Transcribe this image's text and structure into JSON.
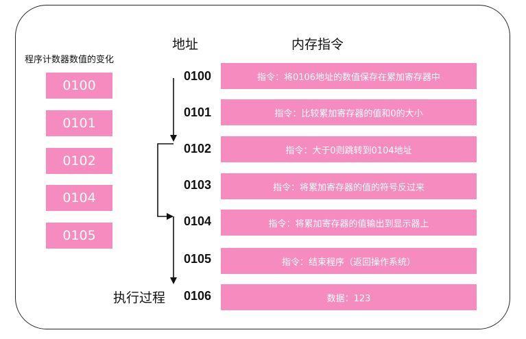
{
  "headers": {
    "address": "地址",
    "memory": "内存指令",
    "pc": "程序计数器数值的变化",
    "execution": "执行过程"
  },
  "pc_values": [
    "0100",
    "0101",
    "0102",
    "0104",
    "0105"
  ],
  "memory_rows": [
    {
      "address": "0100",
      "content": "指令：将0106地址的数值保存在累加寄存器中"
    },
    {
      "address": "0101",
      "content": "指令：比较累加寄存器的值和0的大小"
    },
    {
      "address": "0102",
      "content": "指令：大于0则跳转到0104地址"
    },
    {
      "address": "0103",
      "content": "指令：将累加寄存器的值的符号反过来"
    },
    {
      "address": "0104",
      "content": "指令：将累加寄存器的值输出到显示器上"
    },
    {
      "address": "0105",
      "content": "指令：结束程序（返回操作系统）"
    },
    {
      "address": "0106",
      "content": "数据：123"
    }
  ],
  "colors": {
    "box": "#f58bbe",
    "box_text": "#ffffff",
    "line": "#111111"
  }
}
